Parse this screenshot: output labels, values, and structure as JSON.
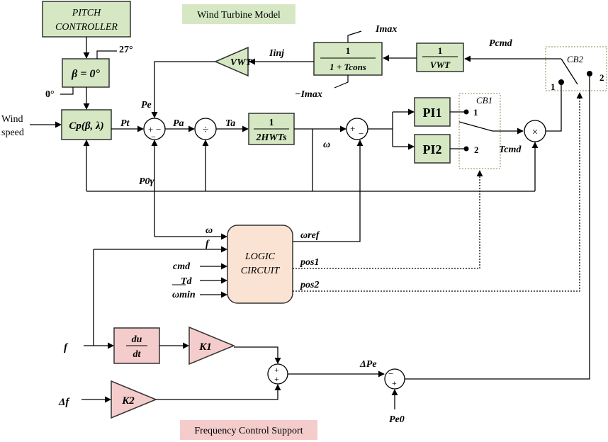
{
  "labels": {
    "wind_turbine_model": "Wind Turbine Model",
    "frequency_control_support": "Frequency Control Support",
    "pitch_controller_line1": "PITCH",
    "pitch_controller_line2": "CONTROLLER",
    "beta_block": "β = 0°",
    "angle_27": "27°",
    "angle_0": "0°",
    "wind_speed_line1": "Wind",
    "wind_speed_line2": "speed",
    "cp_block": "Cp(β, λ)",
    "pt": "Pt",
    "pe": "Pe",
    "pa": "Pa",
    "ta": "Ta",
    "divide": "÷",
    "inertia_num": "1",
    "inertia_den": "2HWTs",
    "omega": "ω",
    "p0y": "P0γ",
    "vwt_triangle": "VWT",
    "iinj": "Iinj",
    "lag_num": "1",
    "lag_den": "1 + Tcons",
    "imax_pos": "Imax",
    "imax_neg": "−Imax",
    "inv_vwt_num": "1",
    "inv_vwt_den": "VWT",
    "pcmd": "Pcmd",
    "cb2": "CB2",
    "cb1": "CB1",
    "pi1": "PI1",
    "pi2": "PI2",
    "sw1_pos1": "1",
    "sw1_pos2": "2",
    "sw2_pos1": "1",
    "sw2_pos2": "2",
    "tcmd": "Tcmd",
    "multiply": "×",
    "logic_line1": "LOGIC",
    "logic_line2": "CIRCUIT",
    "in_omega": "ω",
    "in_f": "f",
    "in_cmd": "cmd",
    "in_td": "Td",
    "in_omega_min": "ωmin",
    "out_omega_ref": "ωref",
    "out_pos1": "pos1",
    "out_pos2": "pos2",
    "f_input": "f",
    "df_input": "Δf",
    "dudt_num": "du",
    "dudt_den": "dt",
    "k1": "K1",
    "k2": "K2",
    "delta_pe": "ΔPe",
    "pe0": "Pe0"
  },
  "colors": {
    "green_fill": "#d5e8c3",
    "green_stroke": "#6f8f4e",
    "pink_fill": "#f4cccc",
    "peach_fill": "#fbe3d3",
    "line": "#000000"
  }
}
